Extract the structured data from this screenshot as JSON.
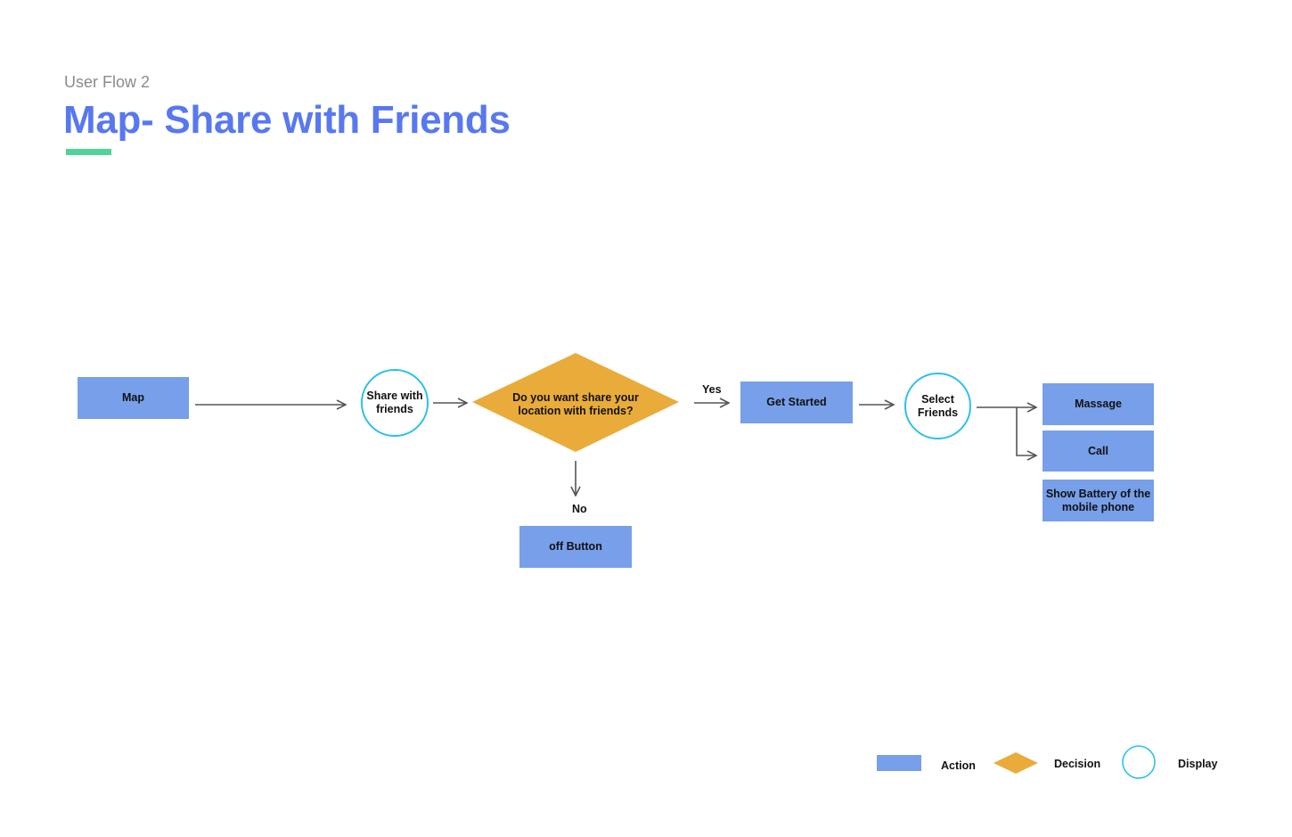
{
  "header": {
    "subtitle": "User Flow 2",
    "title": "Map- Share with Friends"
  },
  "colors": {
    "action": "#789fe9",
    "decision": "#e9ac3a",
    "display_border": "#2cc1e8",
    "title": "#5878ef",
    "accent": "#4fd39a",
    "connector": "#555555"
  },
  "nodes": {
    "map": "Map",
    "share_with_friends": "Share with friends",
    "decision": "Do you want share your location with friends?",
    "get_started": "Get Started",
    "select_friends": "Select Friends",
    "massage": "Massage",
    "call": "Call",
    "show_battery": "Show Battery of the mobile phone",
    "off_button": "off Button"
  },
  "edge_labels": {
    "yes": "Yes",
    "no": "No"
  },
  "legend": {
    "action": "Action",
    "decision": "Decision",
    "display": "Display"
  }
}
